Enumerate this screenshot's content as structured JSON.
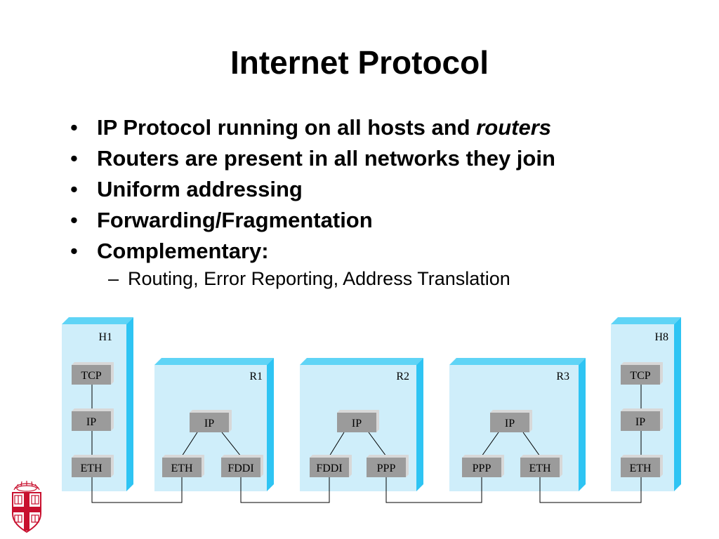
{
  "title": "Internet Protocol",
  "bullets": [
    {
      "text": "IP Protocol running on all hosts and ",
      "emphasis": "routers"
    },
    {
      "text": "Routers are present in all networks they join"
    },
    {
      "text": "Uniform addressing"
    },
    {
      "text": "Forwarding/Fragmentation"
    },
    {
      "text": "Complementary:"
    }
  ],
  "sub_bullet": "Routing, Error Reporting, Address Translation",
  "nodes": [
    {
      "name": "H1",
      "layers": [
        "TCP",
        "IP",
        "ETH"
      ]
    },
    {
      "name": "R1",
      "layers": [
        "IP",
        "ETH",
        "FDDI"
      ]
    },
    {
      "name": "R2",
      "layers": [
        "IP",
        "FDDI",
        "PPP"
      ]
    },
    {
      "name": "R3",
      "layers": [
        "IP",
        "PPP",
        "ETH"
      ]
    },
    {
      "name": "H8",
      "layers": [
        "TCP",
        "IP",
        "ETH"
      ]
    }
  ],
  "colors": {
    "panel_fill": "#cfeefa",
    "panel_edge": "#2ec4f3",
    "panel_top": "#5fd4f6",
    "box_fill": "#9b9b9b",
    "box_side": "#d8d8d8",
    "logo_red": "#c8102e"
  },
  "logo_icon": "brown-university-shield-icon"
}
